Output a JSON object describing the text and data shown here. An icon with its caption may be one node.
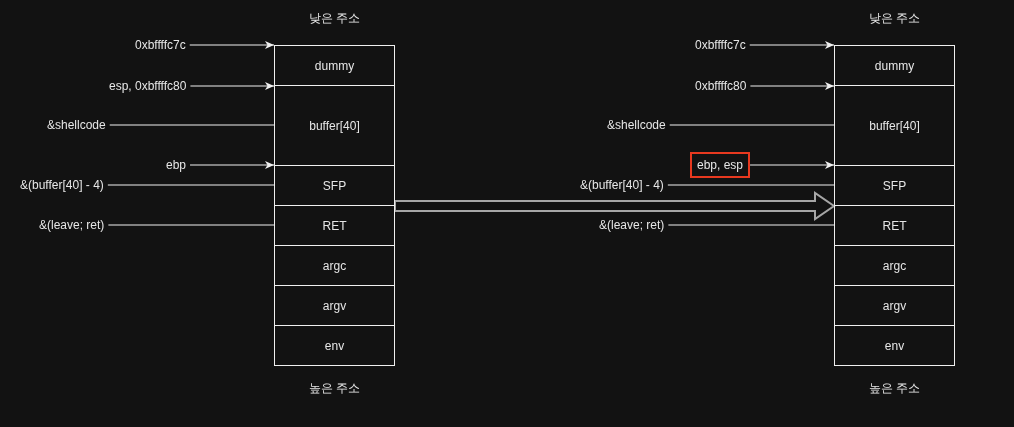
{
  "diagram": {
    "nodes": [
      {
        "text": [
          "0xbffffc7c"
        ]
      },
      {
        "text": [
          "esp, 0xbffffc80"
        ]
      },
      {
        "text": [
          "&shellcode"
        ]
      },
      {
        "text": [
          "ebp"
        ]
      },
      {
        "text": [
          "&(buffer[40] - 4)"
        ]
      },
      {
        "text": [
          "&(leave; ret)"
        ]
      },
      {
        "text": [],
        "shape": "box"
      },
      {
        "text": [
          "dummy"
        ],
        "in": 6
      },
      {
        "text": [
          "buffer[40]"
        ],
        "in": 6
      },
      {
        "text": [
          "SFP"
        ],
        "in": 6
      },
      {
        "text": [
          "RET"
        ],
        "in": 6
      },
      {
        "text": [
          "argc"
        ],
        "in": 6
      },
      {
        "text": [
          "argv"
        ],
        "in": 6
      },
      {
        "text": [
          "env"
        ],
        "in": 6
      },
      {
        "text": [
          "0xbffffc7c"
        ]
      },
      {
        "text": [
          "0xbffffc80"
        ]
      },
      {
        "text": [
          "&shellcode"
        ]
      },
      {
        "text": [
          "ebp, esp"
        ]
      },
      {
        "text": [
          "&(buffer[40] - 4)"
        ]
      },
      {
        "text": [
          "&(leave; ret)"
        ]
      },
      {
        "text": [],
        "shape": "box"
      },
      {
        "text": [
          "dummy"
        ],
        "in": 20
      },
      {
        "text": [
          "buffer[40]"
        ],
        "in": 20
      },
      {
        "text": [
          "SFP"
        ],
        "in": 20
      },
      {
        "text": [
          "RET"
        ],
        "in": 20
      },
      {
        "text": [
          "argc"
        ],
        "in": 20
      },
      {
        "text": [
          "argv"
        ],
        "in": 20
      },
      {
        "text": [
          "env"
        ],
        "in": 20
      }
    ],
    "edges": [
      {
        "from": 0,
        "to": 7,
        "arrow": "to"
      },
      {
        "from": 1,
        "to": 8,
        "arrow": "to"
      },
      {
        "from": 2,
        "to": 8,
        "arrow": "none"
      },
      {
        "from": 3,
        "to": 9,
        "arrow": "to"
      },
      {
        "from": 4,
        "to": 9,
        "arrow": "none"
      },
      {
        "from": 5,
        "to": 10,
        "arrow": "none"
      },
      {
        "from": 6,
        "to": 20,
        "arrow": "to",
        "style": "thick",
        "color": "#a6a6a6"
      },
      {
        "from": 14,
        "to": 21,
        "arrow": "to"
      },
      {
        "from": 15,
        "to": 22,
        "arrow": "to"
      },
      {
        "from": 16,
        "to": 22,
        "arrow": "none"
      },
      {
        "from": 17,
        "to": 23,
        "arrow": "to"
      },
      {
        "from": 18,
        "to": 23,
        "arrow": "none"
      },
      {
        "from": 19,
        "to": 24,
        "arrow": "none"
      }
    ],
    "labels": [
      "낮은 주소",
      "높은 주소",
      "낮은 주소",
      "높은 주소"
    ]
  }
}
